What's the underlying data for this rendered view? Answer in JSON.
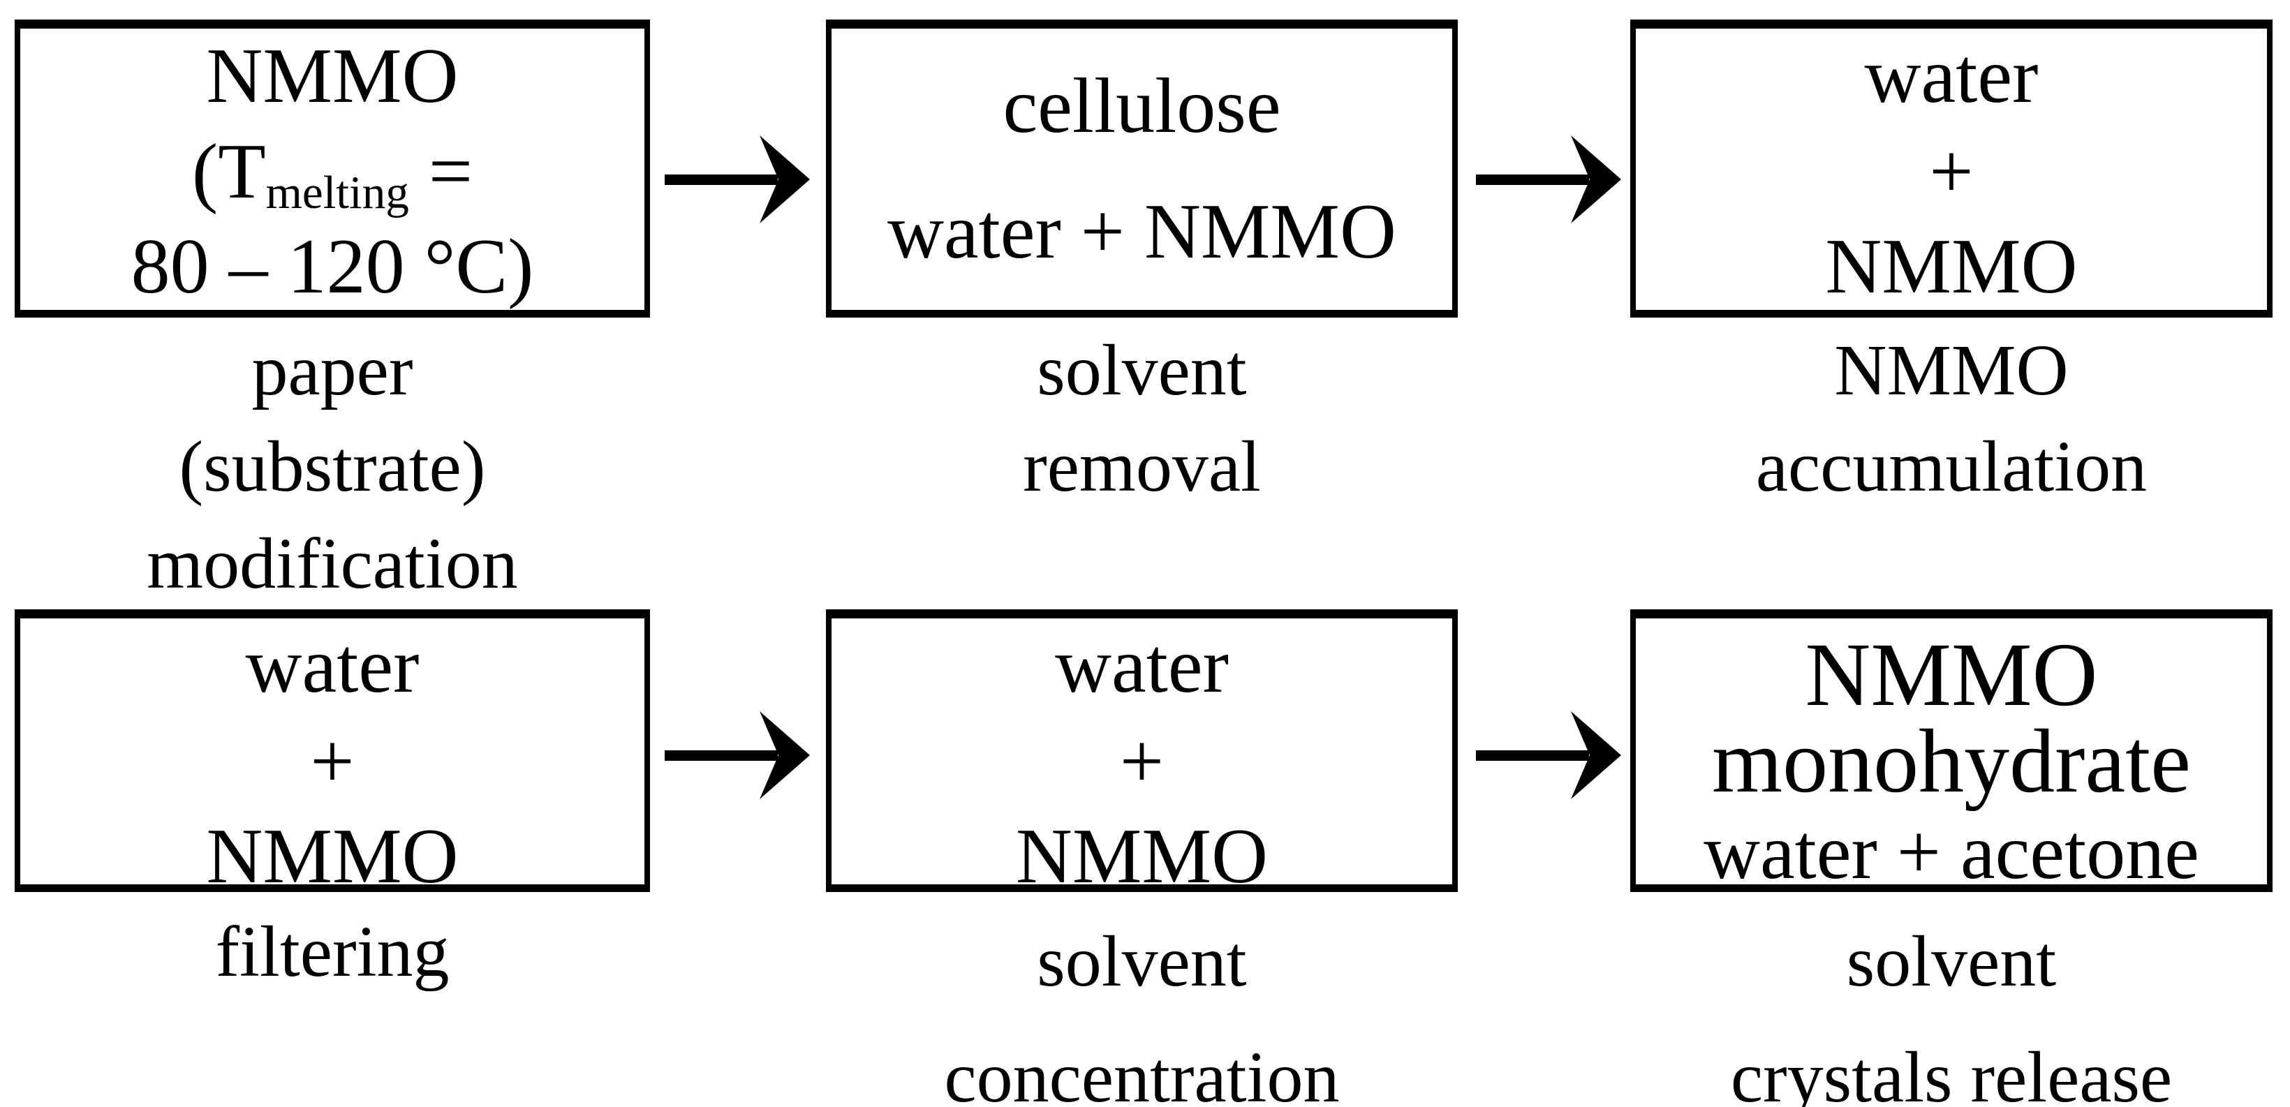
{
  "palette": {
    "background": "#ffffff",
    "ink": "#000000"
  },
  "row1": {
    "box1": {
      "line1": "NMMO",
      "line2_pre": "(T",
      "line2_sub": "melting",
      "line2_post": " =",
      "line3": "80 – 120 °C)"
    },
    "caption1": {
      "line1": "paper",
      "line2": "(substrate)",
      "line3": "modification"
    },
    "box2": {
      "line1": "cellulose",
      "line2": "water + NMMO"
    },
    "caption2": {
      "line1": "solvent",
      "line2": "removal"
    },
    "box3": {
      "line1": "water",
      "line2": "+",
      "line3": "NMMO"
    },
    "caption3": {
      "line1": "NMMO",
      "line2": "accumulation"
    }
  },
  "row2": {
    "box4": {
      "line1": "water",
      "line2": "+",
      "line3": "NMMO"
    },
    "caption4": {
      "line1": "filtering"
    },
    "box5": {
      "line1": "water",
      "line2": "+",
      "line3": "NMMO"
    },
    "caption5": {
      "line1": "solvent",
      "line2": "concentration"
    },
    "box6": {
      "line1": "NMMO",
      "line2": "monohydrate",
      "line3": "water + acetone"
    },
    "caption6": {
      "line1": "solvent",
      "line2": "crystals release"
    }
  }
}
